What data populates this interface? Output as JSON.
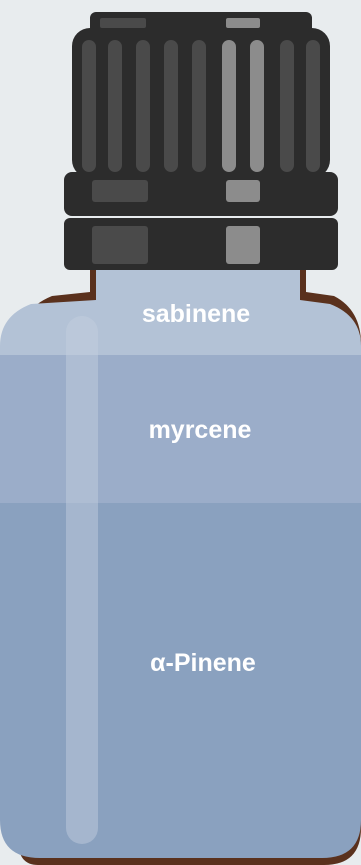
{
  "layers": [
    {
      "label": "sabinene",
      "color": "#b3c2d6"
    },
    {
      "label": "myrcene",
      "color": "#9badc9"
    },
    {
      "label": "α-Pinene",
      "color": "#8aa1bf"
    }
  ],
  "colors": {
    "background": "#e8ecee",
    "bottle_outline": "#5a311d",
    "cap_dark": "#2c2c2c",
    "cap_ridge": "#4a4a4a",
    "cap_highlight": "#8c8c8c",
    "glass_highlight": "#c5d0e0"
  }
}
